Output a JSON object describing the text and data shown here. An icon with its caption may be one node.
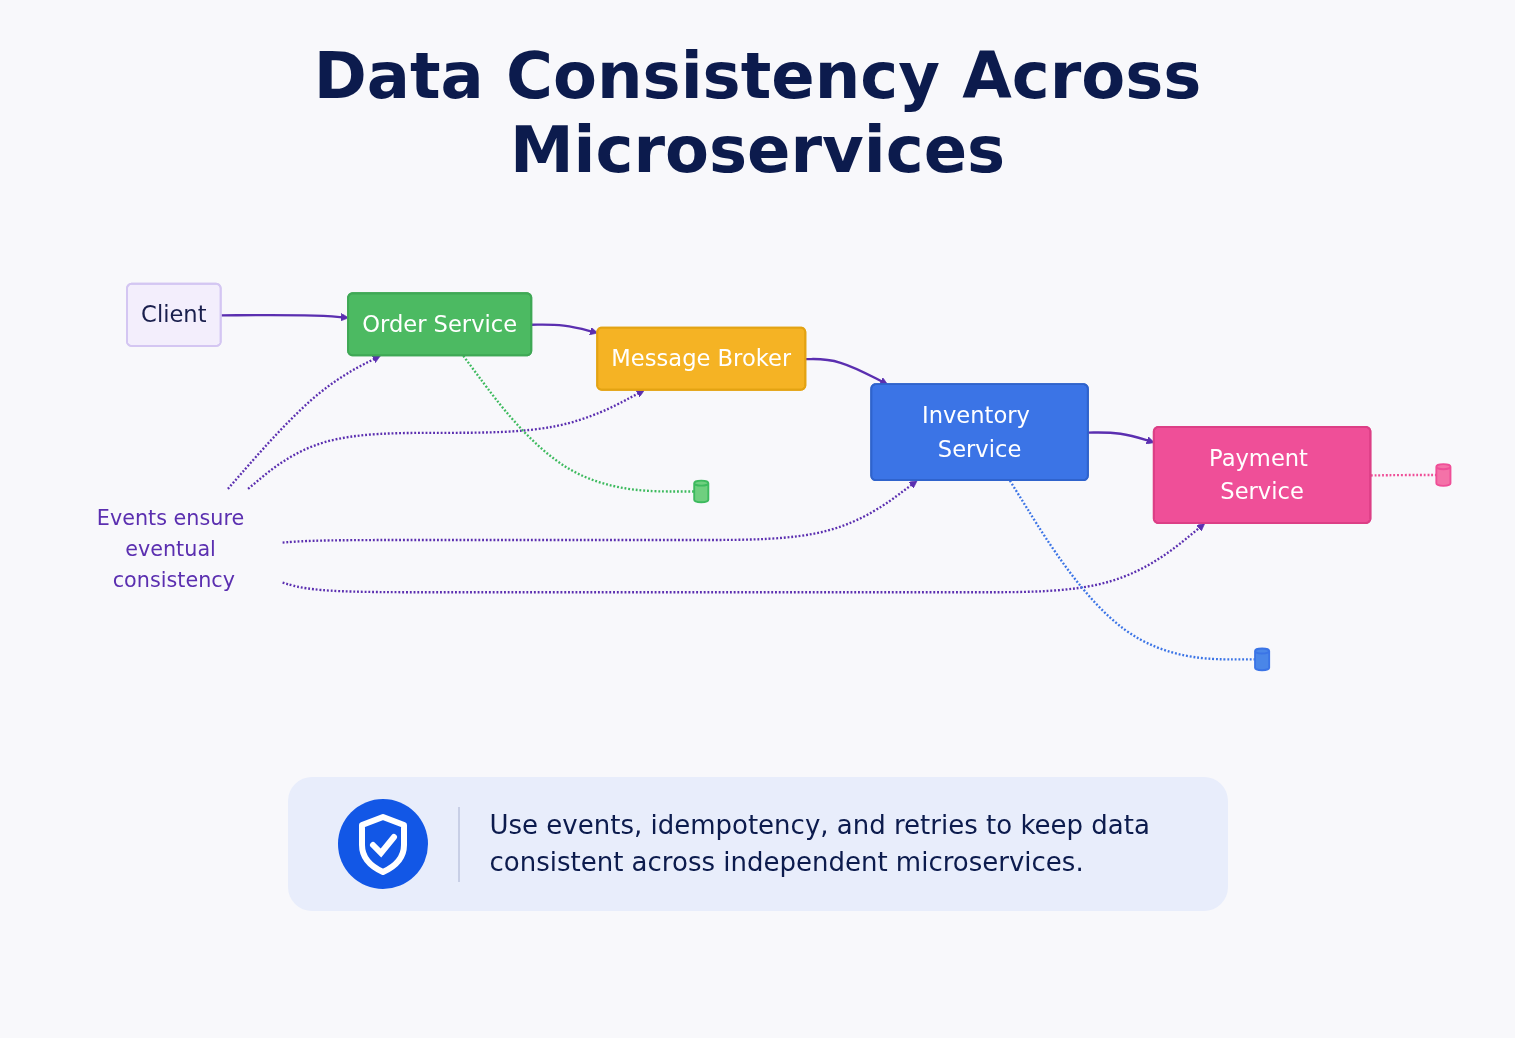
{
  "diagram": {
    "title": "Data Consistency Across Microservices",
    "nodes": [
      {
        "text": [
          "Client"
        ]
      },
      {
        "text": [
          "Order Service"
        ]
      },
      {
        "text": [
          "Message Broker"
        ]
      },
      {
        "text": [
          "Inventory Service"
        ]
      },
      {
        "text": [
          "Payment Service"
        ]
      },
      {
        "text": [],
        "shape": "cylinder"
      },
      {
        "text": [],
        "shape": "cylinder"
      },
      {
        "text": [],
        "shape": "cylinder"
      },
      {
        "text": [
          "Events ensure eventual consistency"
        ]
      }
    ],
    "edges": [
      {
        "from": 0,
        "to": 1,
        "arrow": "to"
      },
      {
        "from": 1,
        "to": 2,
        "arrow": "to"
      },
      {
        "from": 2,
        "to": 3,
        "arrow": "to"
      },
      {
        "from": 3,
        "to": 4,
        "arrow": "to"
      },
      {
        "from": 8,
        "to": 1,
        "arrow": "to",
        "style": "dashed"
      },
      {
        "from": 8,
        "to": 2,
        "arrow": "to",
        "style": "dashed"
      },
      {
        "from": 8,
        "to": 3,
        "arrow": "to",
        "style": "dashed"
      },
      {
        "from": 8,
        "to": 4,
        "arrow": "to",
        "style": "dashed"
      },
      {
        "from": 1,
        "to": 5,
        "arrow": "none",
        "style": "dashed",
        "color": "#3dba5e"
      },
      {
        "from": 3,
        "to": 6,
        "arrow": "none",
        "style": "dashed",
        "color": "#3b74e6"
      },
      {
        "from": 4,
        "to": 7,
        "arrow": "none",
        "style": "dashed",
        "color": "#ef4f98"
      }
    ],
    "labels": [
      "Use events, idempotency, and retries to keep data consistent across independent microservices."
    ]
  }
}
